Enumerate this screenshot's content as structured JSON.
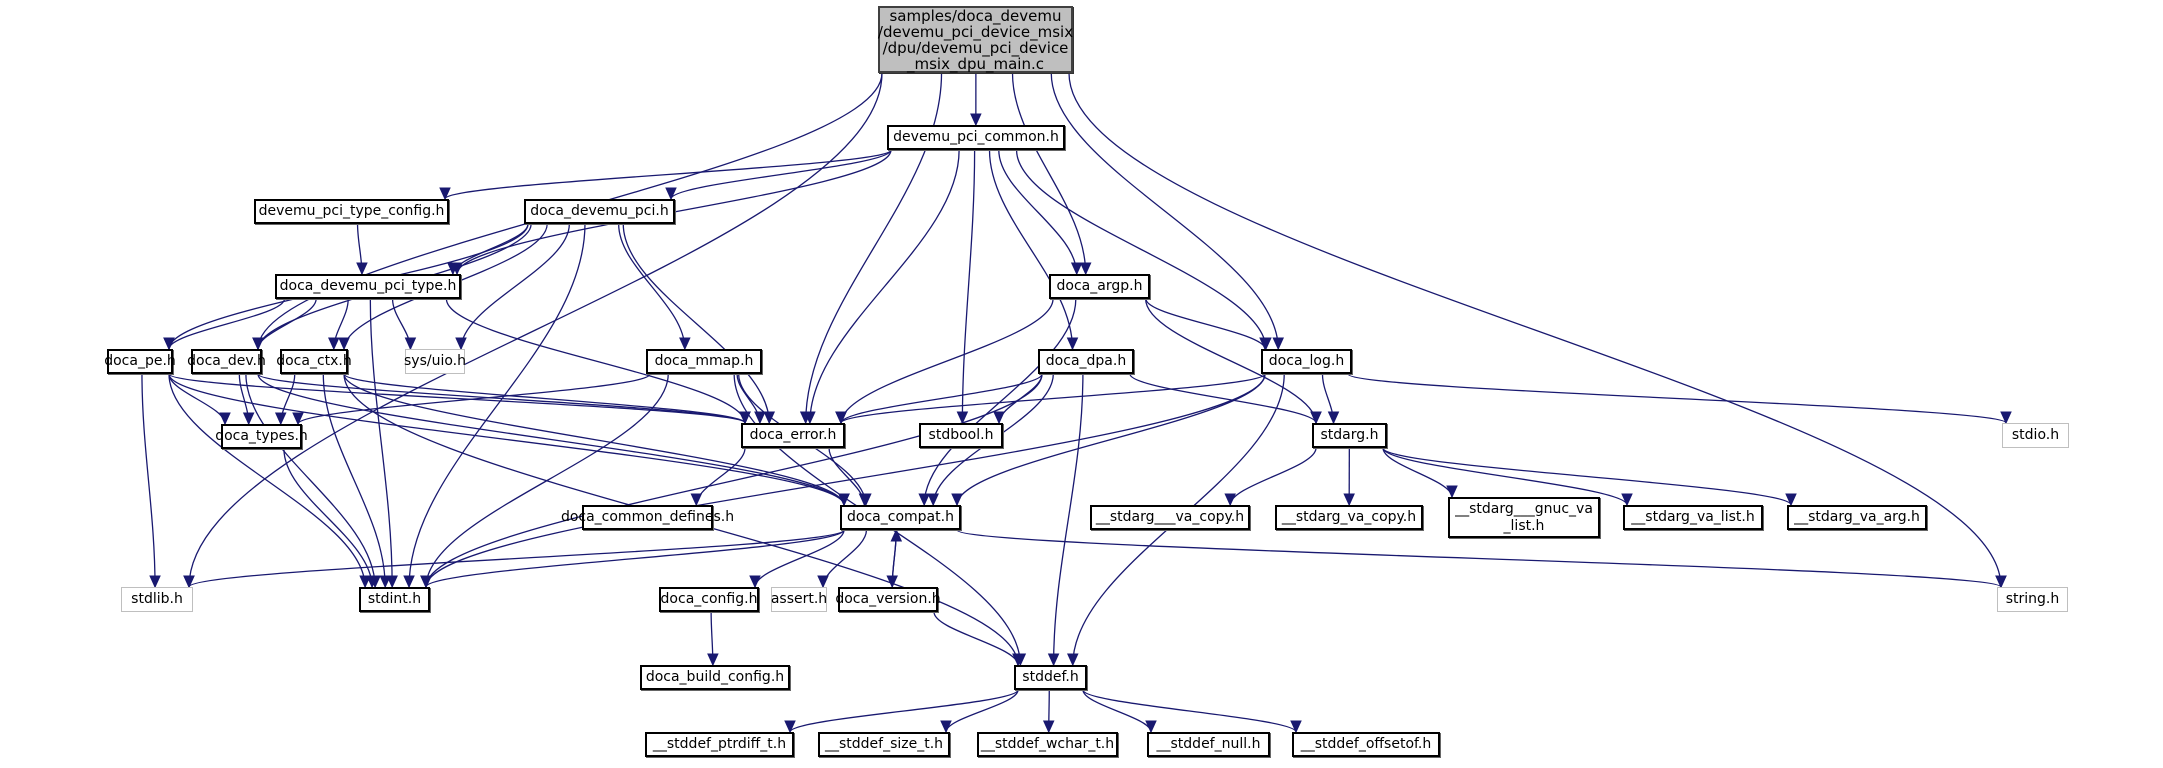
{
  "title": "samples/doca_devemu/devemu_pci_device_msix/dpu/devemu_pci_device_msix_dpu_main.c include dependency graph",
  "colors": {
    "edge": "#191970",
    "root_fill": "#bfbfbf",
    "node_border": "#000000",
    "external_border": "#bfbfbf"
  },
  "nodes": [
    {
      "id": "root",
      "label": "samples/doca_devemu\n/devemu_pci_device_msix\n/dpu/devemu_pci_device\n_msix_dpu_main.c",
      "style": "root"
    },
    {
      "id": "devemu_pci_common",
      "label": "devemu_pci_common.h",
      "style": "normal"
    },
    {
      "id": "devemu_pci_type_config",
      "label": "devemu_pci_type_config.h",
      "style": "normal"
    },
    {
      "id": "doca_devemu_pci",
      "label": "doca_devemu_pci.h",
      "style": "normal"
    },
    {
      "id": "doca_devemu_pci_type",
      "label": "doca_devemu_pci_type.h",
      "style": "normal"
    },
    {
      "id": "doca_argp",
      "label": "doca_argp.h",
      "style": "normal"
    },
    {
      "id": "doca_pe",
      "label": "doca_pe.h",
      "style": "normal"
    },
    {
      "id": "doca_dev",
      "label": "doca_dev.h",
      "style": "normal"
    },
    {
      "id": "doca_ctx",
      "label": "doca_ctx.h",
      "style": "normal"
    },
    {
      "id": "sys_uio",
      "label": "sys/uio.h",
      "style": "gray"
    },
    {
      "id": "doca_mmap",
      "label": "doca_mmap.h",
      "style": "normal"
    },
    {
      "id": "doca_dpa",
      "label": "doca_dpa.h",
      "style": "normal"
    },
    {
      "id": "doca_log",
      "label": "doca_log.h",
      "style": "normal"
    },
    {
      "id": "doca_types",
      "label": "doca_types.h",
      "style": "normal"
    },
    {
      "id": "doca_error",
      "label": "doca_error.h",
      "style": "normal"
    },
    {
      "id": "stdbool",
      "label": "stdbool.h",
      "style": "normal"
    },
    {
      "id": "stdarg",
      "label": "stdarg.h",
      "style": "normal"
    },
    {
      "id": "stdio",
      "label": "stdio.h",
      "style": "gray"
    },
    {
      "id": "doca_common_defines",
      "label": "doca_common_defines.h",
      "style": "normal"
    },
    {
      "id": "doca_compat",
      "label": "doca_compat.h",
      "style": "normal"
    },
    {
      "id": "stdarg___va_copy",
      "label": "__stdarg___va_copy.h",
      "style": "normal"
    },
    {
      "id": "stdarg_va_copy",
      "label": "__stdarg_va_copy.h",
      "style": "normal"
    },
    {
      "id": "stdarg___gnuc_va_list",
      "label": "__stdarg___gnuc_va\n_list.h",
      "style": "normal"
    },
    {
      "id": "stdarg_va_list",
      "label": "__stdarg_va_list.h",
      "style": "normal"
    },
    {
      "id": "stdarg_va_arg",
      "label": "__stdarg_va_arg.h",
      "style": "normal"
    },
    {
      "id": "stdlib",
      "label": "stdlib.h",
      "style": "gray"
    },
    {
      "id": "stdint",
      "label": "stdint.h",
      "style": "normal"
    },
    {
      "id": "doca_config",
      "label": "doca_config.h",
      "style": "normal"
    },
    {
      "id": "assert",
      "label": "assert.h",
      "style": "gray"
    },
    {
      "id": "doca_version",
      "label": "doca_version.h",
      "style": "normal"
    },
    {
      "id": "string",
      "label": "string.h",
      "style": "gray"
    },
    {
      "id": "doca_build_config",
      "label": "doca_build_config.h",
      "style": "normal"
    },
    {
      "id": "stddef",
      "label": "stddef.h",
      "style": "normal"
    },
    {
      "id": "stddef_ptrdiff_t",
      "label": "__stddef_ptrdiff_t.h",
      "style": "normal"
    },
    {
      "id": "stddef_size_t",
      "label": "__stddef_size_t.h",
      "style": "normal"
    },
    {
      "id": "stddef_wchar_t",
      "label": "__stddef_wchar_t.h",
      "style": "normal"
    },
    {
      "id": "stddef_null",
      "label": "__stddef_null.h",
      "style": "normal"
    },
    {
      "id": "stddef_offsetof",
      "label": "__stddef_offsetof.h",
      "style": "normal"
    }
  ],
  "edges": [
    [
      "root",
      "devemu_pci_common"
    ],
    [
      "root",
      "doca_error"
    ],
    [
      "root",
      "doca_argp"
    ],
    [
      "root",
      "doca_log"
    ],
    [
      "root",
      "doca_dev"
    ],
    [
      "root",
      "stdlib"
    ],
    [
      "root",
      "string"
    ],
    [
      "devemu_pci_common",
      "devemu_pci_type_config"
    ],
    [
      "devemu_pci_common",
      "doca_devemu_pci"
    ],
    [
      "devemu_pci_common",
      "doca_devemu_pci_type"
    ],
    [
      "devemu_pci_common",
      "doca_error"
    ],
    [
      "devemu_pci_common",
      "stdbool"
    ],
    [
      "devemu_pci_common",
      "doca_argp"
    ],
    [
      "devemu_pci_common",
      "doca_dpa"
    ],
    [
      "devemu_pci_common",
      "doca_log"
    ],
    [
      "devemu_pci_type_config",
      "doca_devemu_pci_type"
    ],
    [
      "doca_devemu_pci",
      "doca_devemu_pci_type"
    ],
    [
      "doca_devemu_pci",
      "doca_pe"
    ],
    [
      "doca_devemu_pci",
      "doca_dev"
    ],
    [
      "doca_devemu_pci",
      "doca_ctx"
    ],
    [
      "doca_devemu_pci",
      "sys_uio"
    ],
    [
      "doca_devemu_pci",
      "doca_mmap"
    ],
    [
      "doca_devemu_pci",
      "doca_error"
    ],
    [
      "doca_devemu_pci",
      "stdint"
    ],
    [
      "doca_devemu_pci_type",
      "doca_pe"
    ],
    [
      "doca_devemu_pci_type",
      "doca_dev"
    ],
    [
      "doca_devemu_pci_type",
      "doca_ctx"
    ],
    [
      "doca_devemu_pci_type",
      "sys_uio"
    ],
    [
      "doca_devemu_pci_type",
      "doca_error"
    ],
    [
      "doca_devemu_pci_type",
      "stdint"
    ],
    [
      "doca_argp",
      "doca_error"
    ],
    [
      "doca_argp",
      "doca_log"
    ],
    [
      "doca_argp",
      "stdarg"
    ],
    [
      "doca_argp",
      "doca_compat"
    ],
    [
      "doca_pe",
      "doca_types"
    ],
    [
      "doca_pe",
      "doca_error"
    ],
    [
      "doca_pe",
      "doca_compat"
    ],
    [
      "doca_pe",
      "stdlib"
    ],
    [
      "doca_pe",
      "stdint"
    ],
    [
      "doca_dev",
      "doca_types"
    ],
    [
      "doca_dev",
      "doca_error"
    ],
    [
      "doca_dev",
      "doca_compat"
    ],
    [
      "doca_dev",
      "stdint"
    ],
    [
      "doca_ctx",
      "doca_types"
    ],
    [
      "doca_ctx",
      "doca_error"
    ],
    [
      "doca_ctx",
      "doca_compat"
    ],
    [
      "doca_ctx",
      "stdint"
    ],
    [
      "doca_ctx",
      "stddef"
    ],
    [
      "doca_mmap",
      "doca_types"
    ],
    [
      "doca_mmap",
      "doca_error"
    ],
    [
      "doca_mmap",
      "doca_compat"
    ],
    [
      "doca_mmap",
      "stdint"
    ],
    [
      "doca_mmap",
      "stddef"
    ],
    [
      "doca_dpa",
      "doca_error"
    ],
    [
      "doca_dpa",
      "stdbool"
    ],
    [
      "doca_dpa",
      "doca_compat"
    ],
    [
      "doca_dpa",
      "stdarg"
    ],
    [
      "doca_dpa",
      "stdint"
    ],
    [
      "doca_dpa",
      "stddef"
    ],
    [
      "doca_log",
      "doca_error"
    ],
    [
      "doca_log",
      "doca_compat"
    ],
    [
      "doca_log",
      "stdarg"
    ],
    [
      "doca_log",
      "stdio"
    ],
    [
      "doca_log",
      "stdint"
    ],
    [
      "doca_log",
      "stddef"
    ],
    [
      "doca_types",
      "stdint"
    ],
    [
      "doca_error",
      "doca_common_defines"
    ],
    [
      "doca_error",
      "doca_compat"
    ],
    [
      "stdarg",
      "stdarg___va_copy"
    ],
    [
      "stdarg",
      "stdarg_va_copy"
    ],
    [
      "stdarg",
      "stdarg___gnuc_va_list"
    ],
    [
      "stdarg",
      "stdarg_va_list"
    ],
    [
      "stdarg",
      "stdarg_va_arg"
    ],
    [
      "doca_compat",
      "stdlib"
    ],
    [
      "doca_compat",
      "stdint"
    ],
    [
      "doca_compat",
      "doca_config"
    ],
    [
      "doca_compat",
      "assert"
    ],
    [
      "doca_compat",
      "doca_version"
    ],
    [
      "doca_compat",
      "string"
    ],
    [
      "doca_version",
      "doca_compat"
    ],
    [
      "doca_version",
      "stddef"
    ],
    [
      "doca_config",
      "doca_build_config"
    ],
    [
      "stddef",
      "stddef_ptrdiff_t"
    ],
    [
      "stddef",
      "stddef_size_t"
    ],
    [
      "stddef",
      "stddef_wchar_t"
    ],
    [
      "stddef",
      "stddef_null"
    ],
    [
      "stddef",
      "stddef_offsetof"
    ]
  ]
}
